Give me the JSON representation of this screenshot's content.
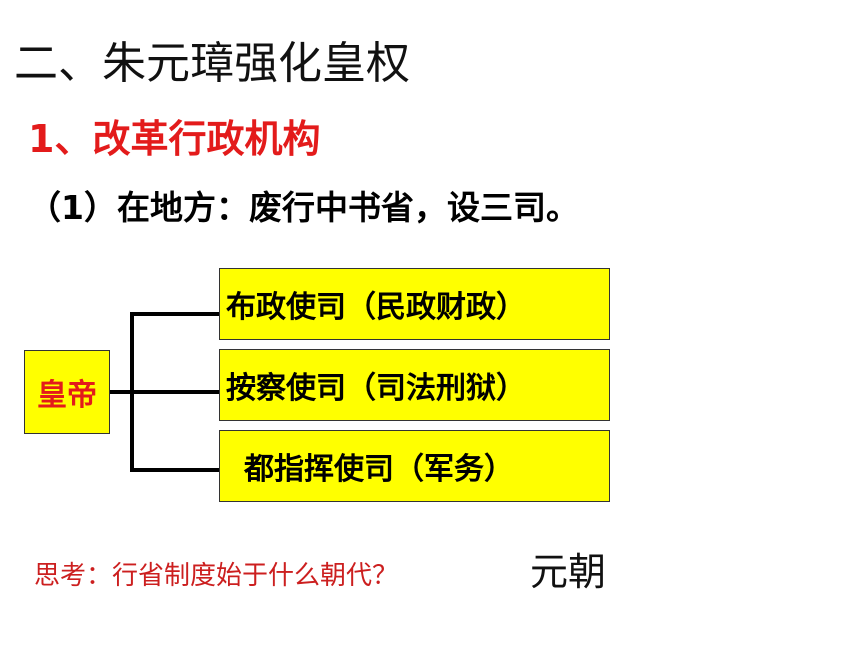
{
  "slide": {
    "title": "二、朱元璋强化皇权",
    "subtitle": "1、改革行政机构",
    "point": "（1）在地方：废行中书省，设三司。",
    "diagram": {
      "root": "皇帝",
      "branches": [
        "布政使司（民政财政）",
        "按察使司（司法刑狱）",
        "都指挥使司（军务）"
      ]
    },
    "question": "思考：行省制度始于什么朝代？",
    "answer": "元朝"
  },
  "colors": {
    "box_fill": "#ffff00",
    "accent_red": "#e31b1b",
    "text": "#000000"
  }
}
